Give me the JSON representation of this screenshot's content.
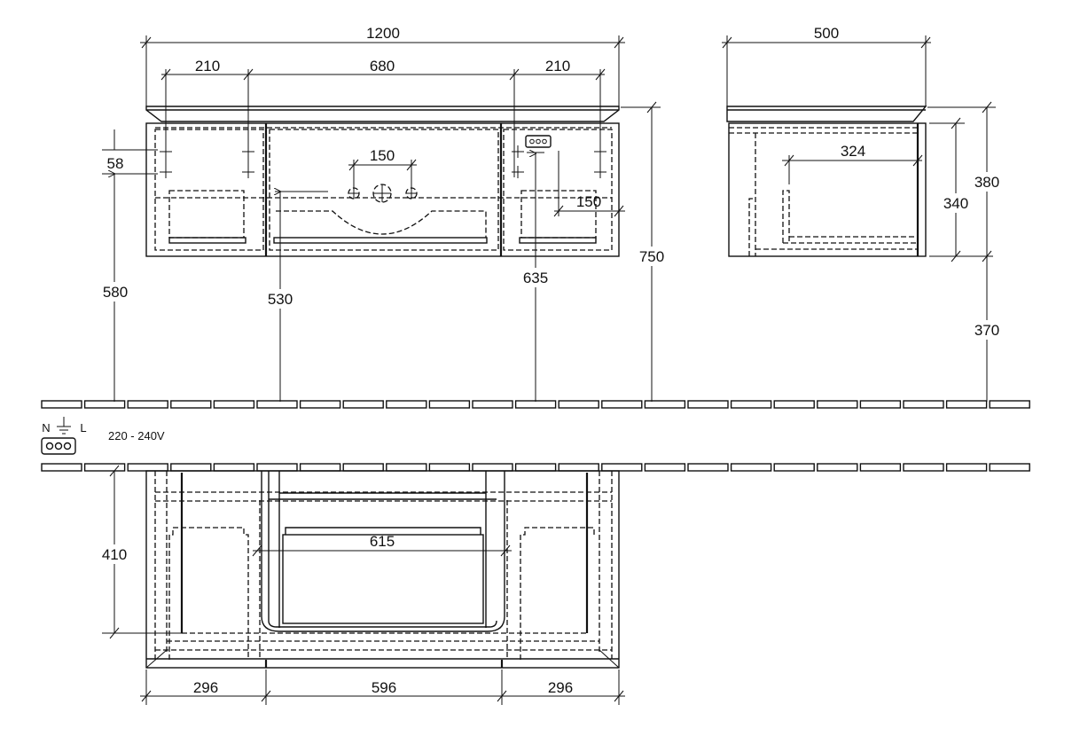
{
  "front_view": {
    "overall_width": "1200",
    "left_offset": "210",
    "center_width": "680",
    "right_offset": "210",
    "tap_spacing": "150",
    "socket_offset": "150",
    "fixing_spacing": "58",
    "fixing_height": "580",
    "drain_height": "530",
    "socket_height": "635",
    "total_height": "750"
  },
  "side_view": {
    "depth": "500",
    "inner_depth": "324",
    "cabinet_height": "340",
    "total_height": "380",
    "floor_clearance": "370"
  },
  "socket_legend": {
    "neutral": "N",
    "live": "L",
    "voltage": "220 - 240V",
    "icon": "earth-ground-socket-icon"
  },
  "plan_view": {
    "depth": "410",
    "basin_width": "615",
    "left_module": "296",
    "center_module": "596",
    "right_module": "296"
  }
}
